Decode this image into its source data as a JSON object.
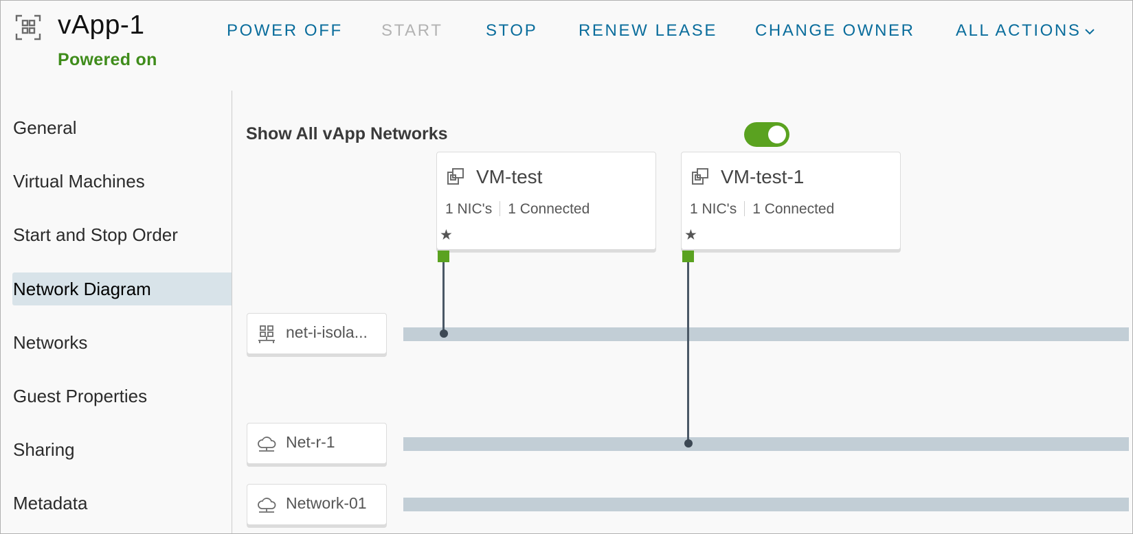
{
  "header": {
    "title": "vApp-1",
    "status": "Powered on",
    "status_color": "#3f8c1b",
    "actions": [
      {
        "label": "POWER OFF",
        "enabled": true
      },
      {
        "label": "START",
        "enabled": false
      },
      {
        "label": "STOP",
        "enabled": true
      },
      {
        "label": "RENEW LEASE",
        "enabled": true
      },
      {
        "label": "CHANGE OWNER",
        "enabled": true
      },
      {
        "label": "ALL ACTIONS",
        "enabled": true,
        "icon": "chevron-down-icon"
      }
    ]
  },
  "sidebar": {
    "items": [
      {
        "label": "General",
        "active": false
      },
      {
        "label": "Virtual Machines",
        "active": false
      },
      {
        "label": "Start and Stop Order",
        "active": false
      },
      {
        "label": "Network Diagram",
        "active": true
      },
      {
        "label": "Networks",
        "active": false
      },
      {
        "label": "Guest Properties",
        "active": false
      },
      {
        "label": "Sharing",
        "active": false
      },
      {
        "label": "Metadata",
        "active": false
      }
    ]
  },
  "diagram": {
    "toggle_label": "Show All vApp Networks",
    "toggle_on": true,
    "vms": [
      {
        "name": "VM-test",
        "nics": "1 NIC's",
        "connected": "1 Connected",
        "icon": "vm-icon",
        "badge": "star-icon"
      },
      {
        "name": "VM-test-1",
        "nics": "1 NIC's",
        "connected": "1 Connected",
        "icon": "vm-icon",
        "badge": "star-icon"
      }
    ],
    "networks": [
      {
        "label": "net-i-isola...",
        "icon": "isolated-network-icon"
      },
      {
        "label": "Net-r-1",
        "icon": "cloud-network-icon"
      },
      {
        "label": "Network-01",
        "icon": "cloud-network-icon"
      }
    ],
    "connections": [
      {
        "vm": "VM-test",
        "network": "net-i-isola..."
      },
      {
        "vm": "VM-test-1",
        "network": "Net-r-1"
      }
    ],
    "colors": {
      "accent": "#0a6d9c",
      "nic": "#5aa220",
      "toggle": "#5aa220",
      "network_bar": "#c2ced6",
      "active_nav": "#d8e3e9"
    }
  }
}
